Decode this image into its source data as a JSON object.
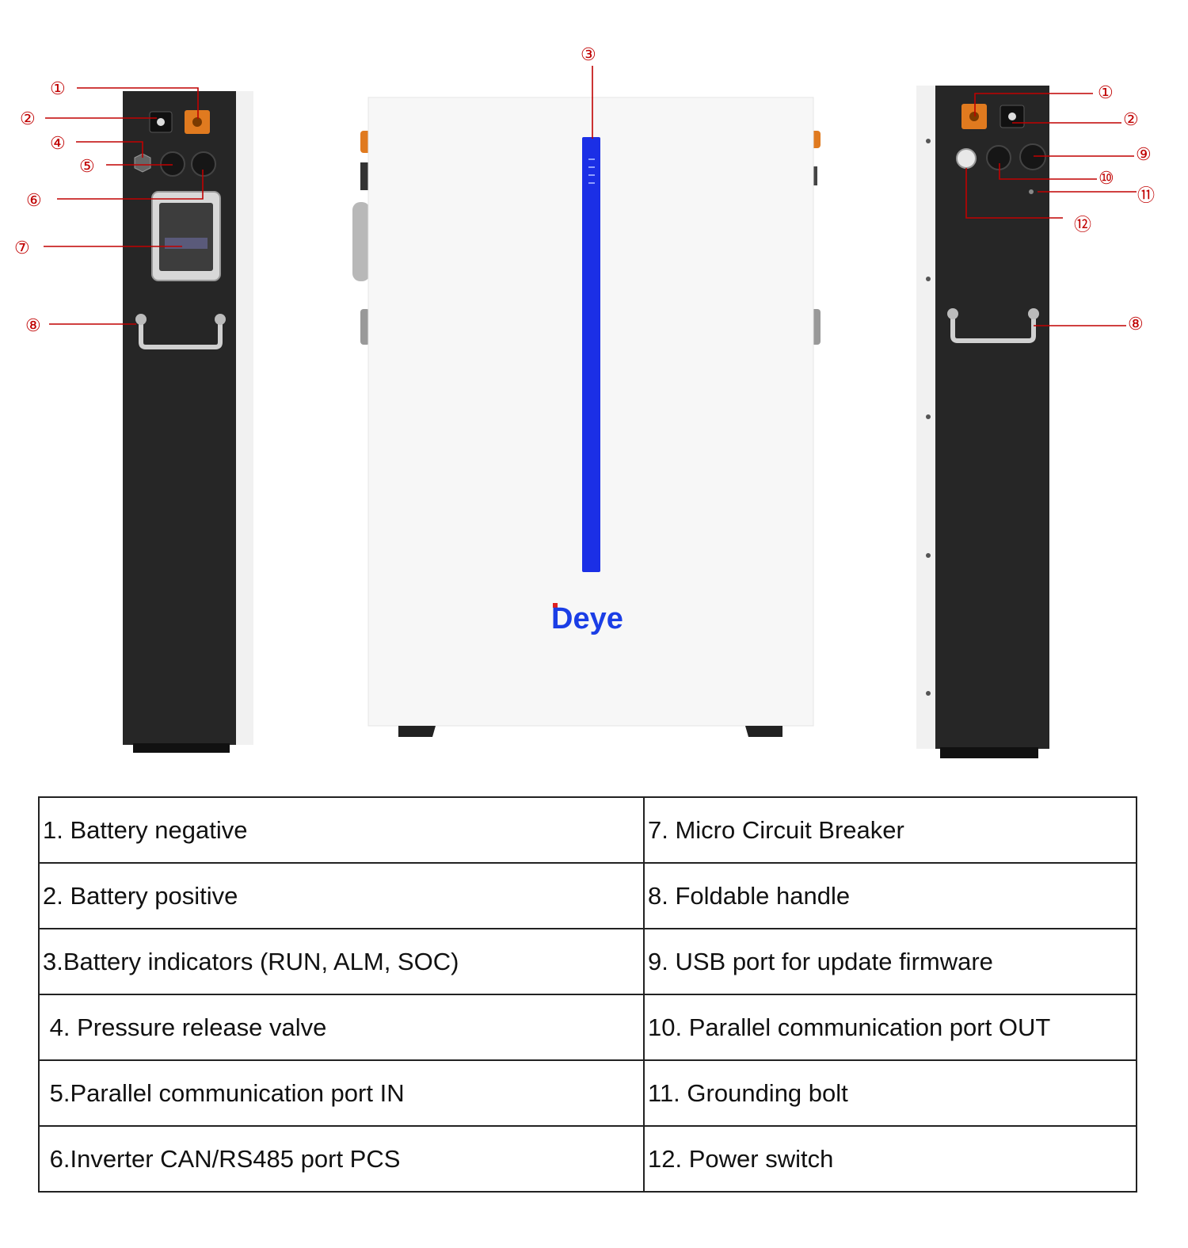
{
  "colors": {
    "callout": "#c00000",
    "accent_blue": "#1b3ee6",
    "panel_dark": "#262626",
    "port_orange": "#e07a1f"
  },
  "logo": {
    "text": "Deye"
  },
  "callouts": {
    "left": [
      "①",
      "②",
      "④",
      "⑤",
      "⑥",
      "⑦",
      "⑧"
    ],
    "front": [
      "③"
    ],
    "right": [
      "①",
      "②",
      "⑨",
      "⑩",
      "⑪",
      "⑫",
      "⑧"
    ]
  },
  "legend": {
    "rows": [
      [
        "1. Battery negative",
        "7. Micro Circuit Breaker"
      ],
      [
        "2. Battery positive",
        "8. Foldable handle"
      ],
      [
        "3.Battery indicators (RUN, ALM, SOC)",
        "9. USB port for update firmware"
      ],
      [
        " 4. Pressure release valve",
        "10. Parallel communication port OUT"
      ],
      [
        " 5.Parallel communication port IN",
        "11. Grounding bolt"
      ],
      [
        " 6.Inverter CAN/RS485 port PCS",
        "12. Power switch"
      ]
    ]
  }
}
